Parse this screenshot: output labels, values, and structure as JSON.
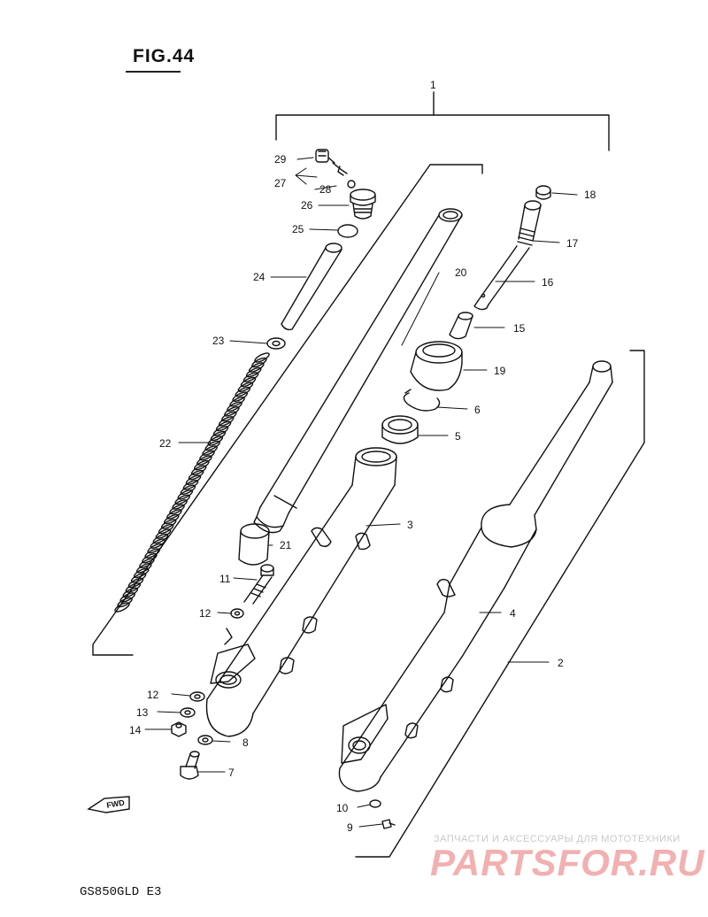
{
  "figure": {
    "title": "FIG.44",
    "model": "GS850GLD E3"
  },
  "watermark": {
    "tagline": "ЗАПЧАСТИ И АКСЕССУАРЫ ДЛЯ МОТОТЕХНИКИ",
    "brand": "PARTSFOR.RU"
  },
  "fwd_label": "FWD",
  "callouts": {
    "c1": "1",
    "c2": "2",
    "c3": "3",
    "c4": "4",
    "c5": "5",
    "c6": "6",
    "c7": "7",
    "c8": "8",
    "c9": "9",
    "c10": "10",
    "c11": "11",
    "c12a": "12",
    "c12b": "12",
    "c13": "13",
    "c14": "14",
    "c15": "15",
    "c16": "16",
    "c17": "17",
    "c18": "18",
    "c19": "19",
    "c20": "20",
    "c21": "21",
    "c22": "22",
    "c23": "23",
    "c24": "24",
    "c25": "25",
    "c26": "26",
    "c27": "27",
    "c28": "28",
    "c29": "29"
  }
}
